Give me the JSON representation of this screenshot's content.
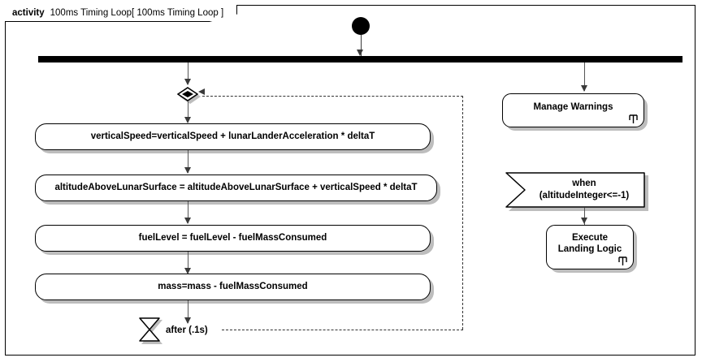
{
  "diagram": {
    "type": "uml-activity-diagram",
    "frame": {
      "keyword": "activity",
      "name": "100ms Timing Loop[ 100ms Timing Loop ]"
    },
    "nodes": {
      "initial_node": "initial-node",
      "fork_bar": "fork-node",
      "junction": "merge-junction-node",
      "actions_left": [
        {
          "label": "verticalSpeed=verticalSpeed + lunarLanderAcceleration * deltaT"
        },
        {
          "label": "altitudeAboveLunarSurface = altitudeAboveLunarSurface + verticalSpeed * deltaT"
        },
        {
          "label": "fuelLevel = fuelLevel - fuelMassConsumed"
        },
        {
          "label": "mass=mass - fuelMassConsumed"
        }
      ],
      "time_event": {
        "icon": "hourglass-icon",
        "label": "after (.1s)"
      },
      "manage_warnings": {
        "label": "Manage Warnings",
        "icon": "rake-icon"
      },
      "accept_event": {
        "line1": "when",
        "line2": "(altitudeInteger<=-1)"
      },
      "execute_landing_logic": {
        "line1": "Execute",
        "line2": "Landing Logic",
        "icon": "rake-icon"
      }
    },
    "colors": {
      "stroke": "#000000",
      "background": "#ffffff",
      "connector": "#3a3a3a",
      "shadow": "#bdbdbd"
    }
  }
}
